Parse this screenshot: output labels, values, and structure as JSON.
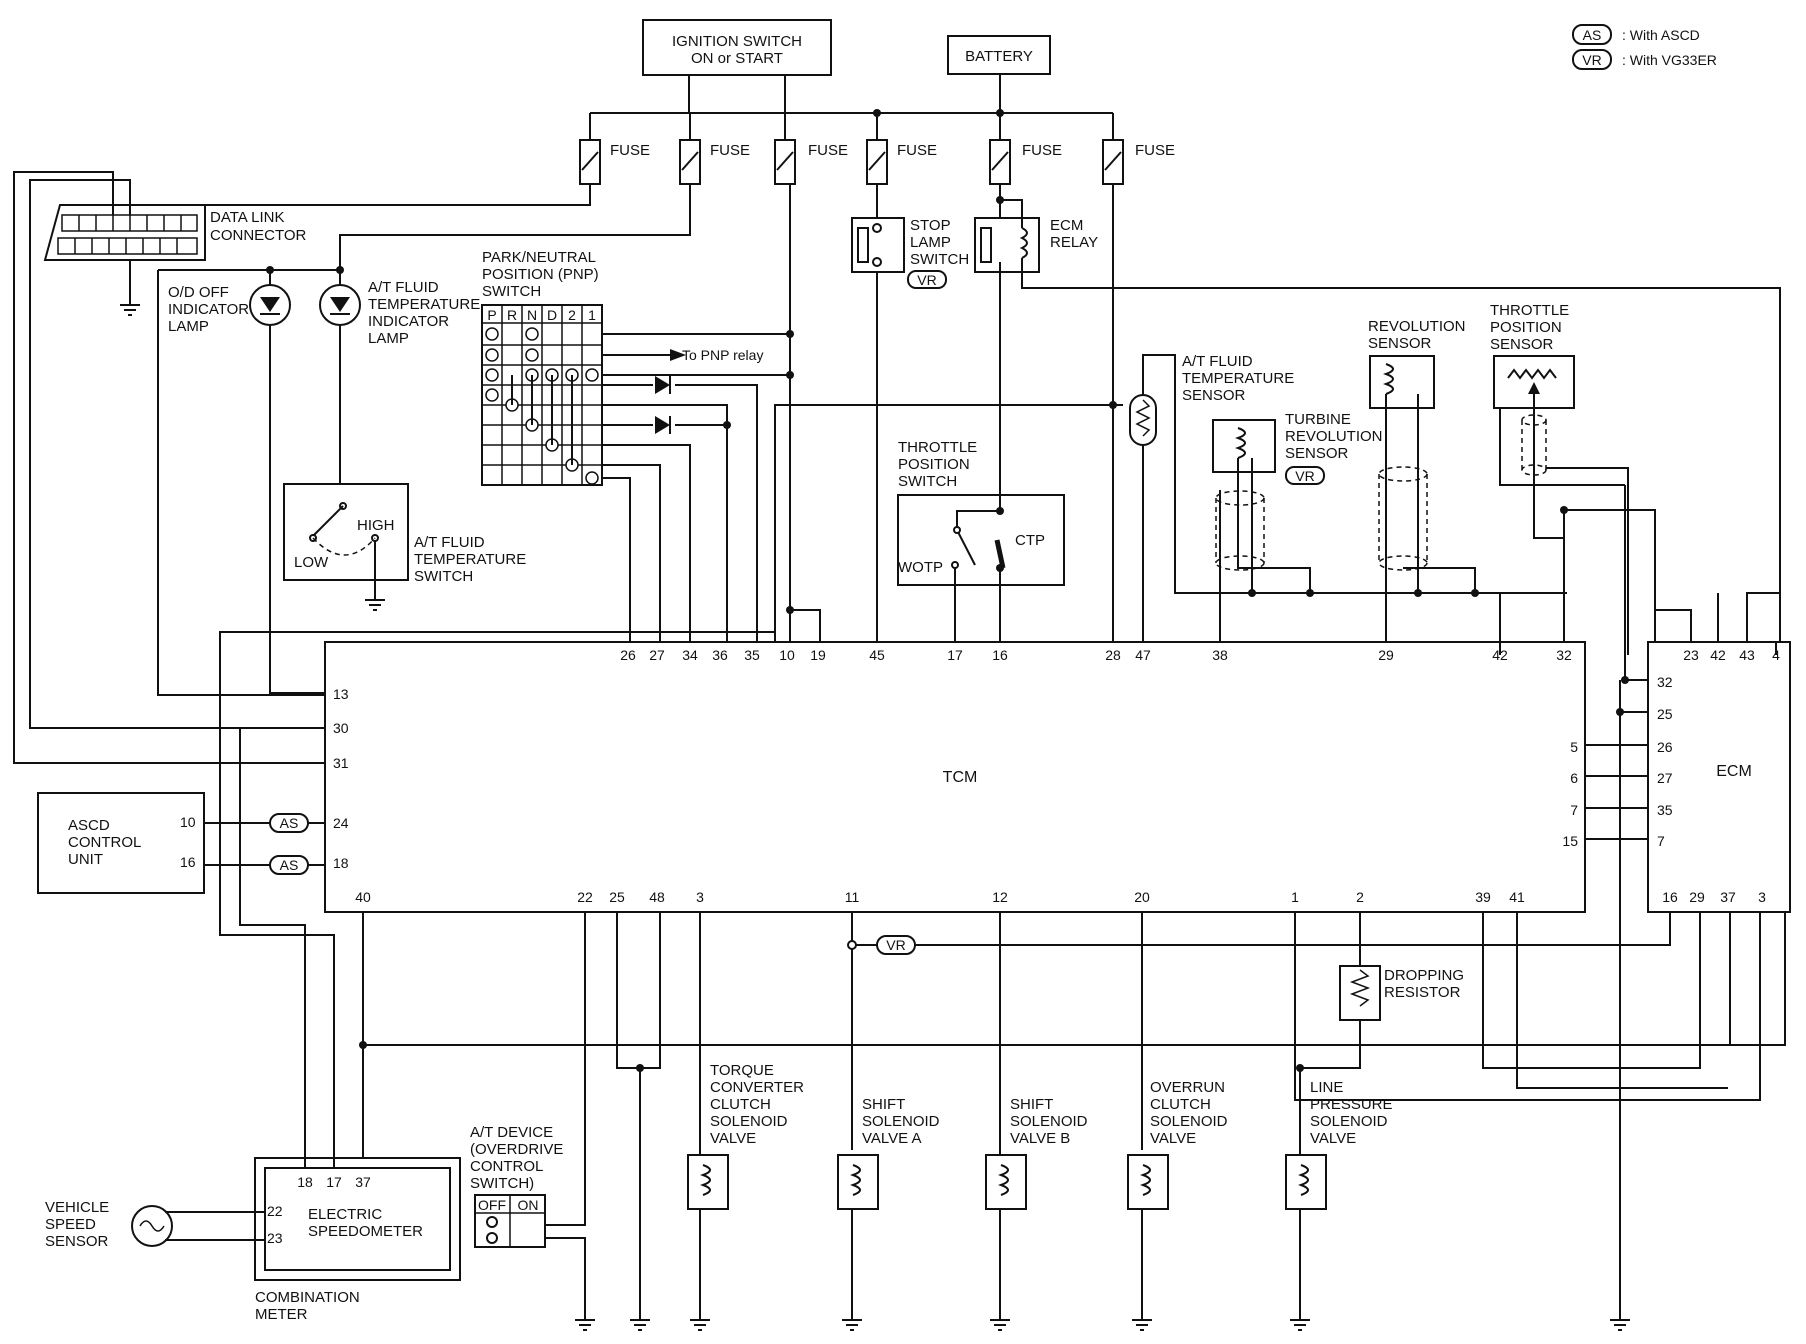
{
  "legend": {
    "as_tag": "AS",
    "as_text": ": With ASCD",
    "vr_tag": "VR",
    "vr_text": ": With VG33ER"
  },
  "supply": {
    "ignition": [
      "IGNITION SWITCH",
      "ON or START"
    ],
    "battery": "BATTERY",
    "fuse": "FUSE"
  },
  "components": {
    "data_link": [
      "DATA LINK",
      "CONNECTOR"
    ],
    "od_lamp": [
      "O/D OFF",
      "INDICATOR",
      "LAMP"
    ],
    "fluid_lamp": [
      "A/T FLUID",
      "TEMPERATURE",
      "INDICATOR",
      "LAMP"
    ],
    "pnp_switch": [
      "PARK/NEUTRAL",
      "POSITION (PNP)",
      "SWITCH"
    ],
    "pnp_positions": [
      "P",
      "R",
      "N",
      "D",
      "2",
      "1"
    ],
    "pnp_relay": "To PNP relay",
    "stop_lamp": [
      "STOP",
      "LAMP",
      "SWITCH"
    ],
    "ecm_relay": [
      "ECM",
      "RELAY"
    ],
    "fluid_temp_sensor": [
      "A/T FLUID",
      "TEMPERATURE",
      "SENSOR"
    ],
    "turbine_sensor": [
      "TURBINE",
      "REVOLUTION",
      "SENSOR"
    ],
    "revolution_sensor": [
      "REVOLUTION",
      "SENSOR"
    ],
    "throttle_sensor": [
      "THROTTLE",
      "POSITION",
      "SENSOR"
    ],
    "throttle_switch": [
      "THROTTLE",
      "POSITION",
      "SWITCH"
    ],
    "ctp": "CTP",
    "wotp": "WOTP",
    "fluid_temp_switch": [
      "A/T FLUID",
      "TEMPERATURE",
      "SWITCH"
    ],
    "high": "HIGH",
    "low": "LOW",
    "tcm": "TCM",
    "ecm": "ECM",
    "ascd": [
      "ASCD",
      "CONTROL",
      "UNIT"
    ],
    "dropping_resistor": [
      "DROPPING",
      "RESISTOR"
    ],
    "tcc_valve": [
      "TORQUE",
      "CONVERTER",
      "CLUTCH",
      "SOLENOID",
      "VALVE"
    ],
    "shift_a": [
      "SHIFT",
      "SOLENOID",
      "VALVE A"
    ],
    "shift_b": [
      "SHIFT",
      "SOLENOID",
      "VALVE B"
    ],
    "overrun": [
      "OVERRUN",
      "CLUTCH",
      "SOLENOID",
      "VALVE"
    ],
    "line_pressure": [
      "LINE",
      "PRESSURE",
      "SOLENOID",
      "VALVE"
    ],
    "at_device": [
      "A/T DEVICE",
      "(OVERDRIVE",
      "CONTROL",
      "SWITCH)"
    ],
    "off": "OFF",
    "on": "ON",
    "speedometer": [
      "ELECTRIC",
      "SPEEDOMETER"
    ],
    "combination_meter": [
      "COMBINATION",
      "METER"
    ],
    "vss": [
      "VEHICLE",
      "SPEED",
      "SENSOR"
    ]
  },
  "pins": {
    "tcm_top": [
      "26",
      "27",
      "34",
      "36",
      "35",
      "10",
      "19",
      "45",
      "17",
      "16",
      "28",
      "47",
      "38",
      "29",
      "42",
      "32"
    ],
    "tcm_left": [
      "13",
      "30",
      "31",
      "24",
      "18"
    ],
    "tcm_bottom": [
      "40",
      "22",
      "25",
      "48",
      "3",
      "11",
      "12",
      "20",
      "1",
      "2",
      "39",
      "41"
    ],
    "tcm_right": [
      "5",
      "6",
      "7",
      "15"
    ],
    "ecm_top": [
      "23",
      "42",
      "43",
      "4"
    ],
    "ecm_left": [
      "32",
      "25",
      "26",
      "27",
      "35",
      "7"
    ],
    "ecm_bottom": [
      "16",
      "29",
      "37",
      "3"
    ],
    "ascd": [
      "10",
      "16"
    ],
    "meter_top": [
      "18",
      "17",
      "37"
    ],
    "meter_left": [
      "22",
      "23"
    ]
  }
}
